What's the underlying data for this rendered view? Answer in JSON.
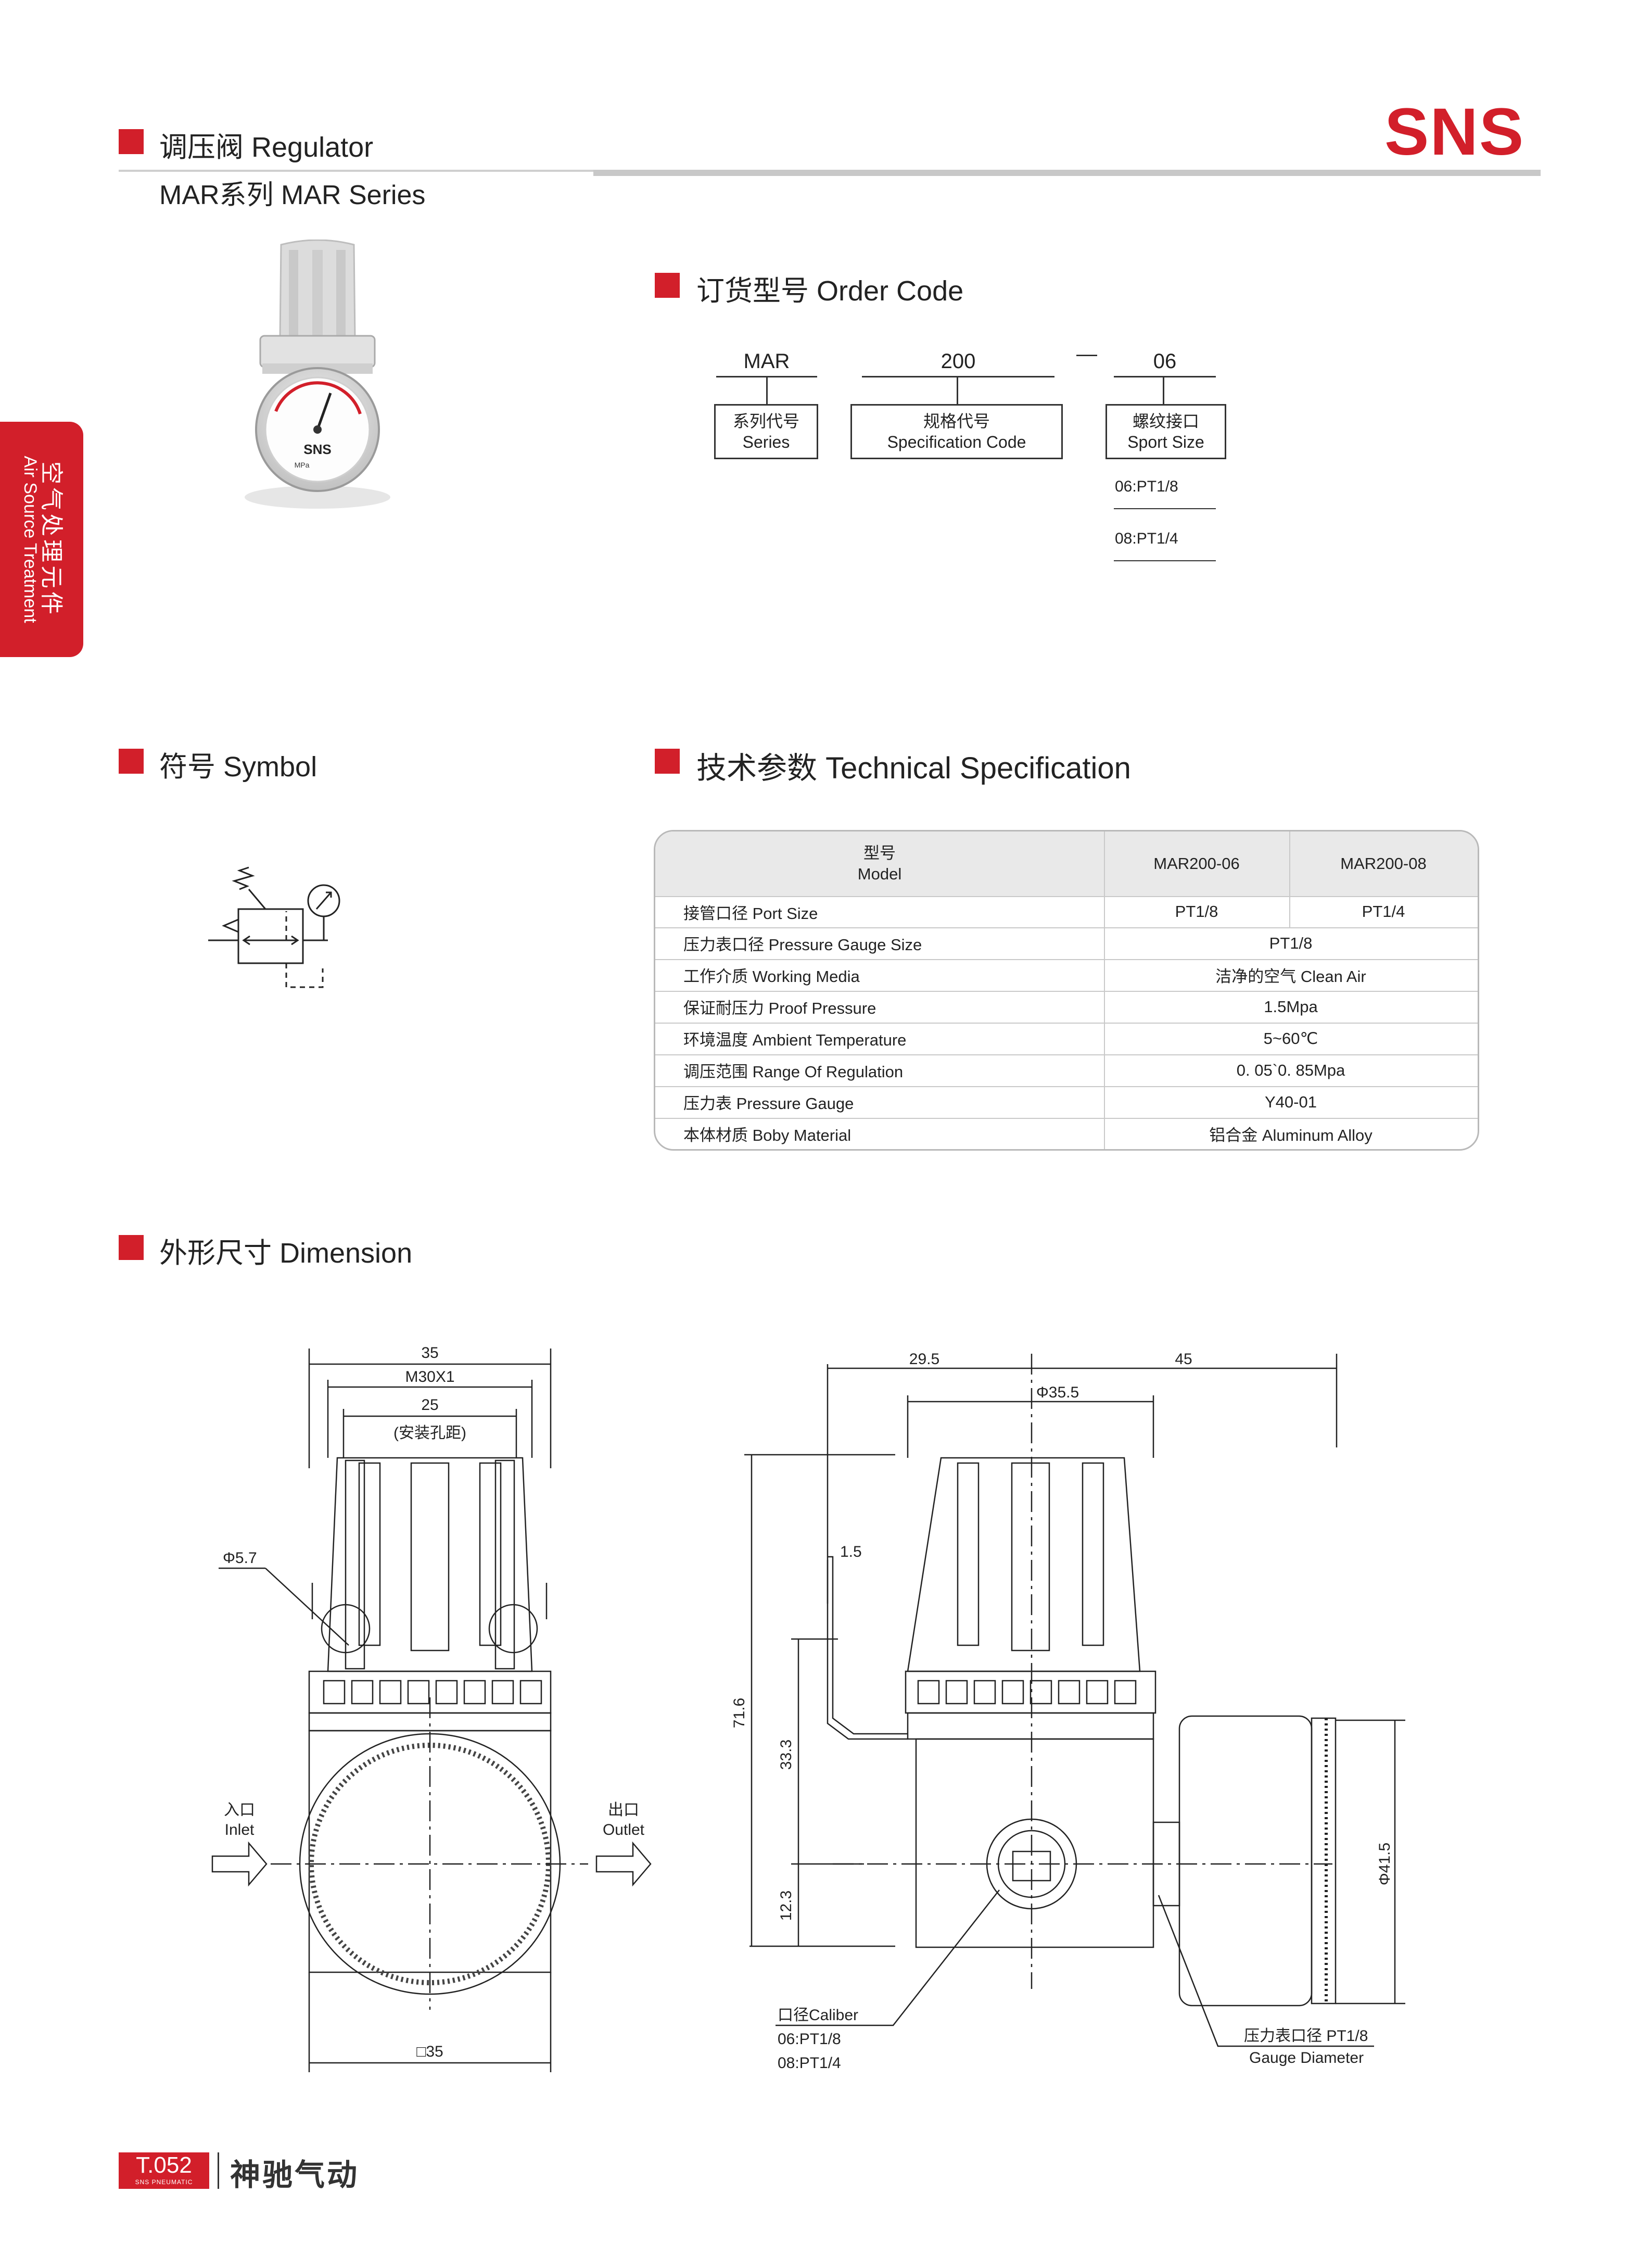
{
  "header": {
    "title": "调压阀 Regulator",
    "series": "MAR系列 MAR Series",
    "brand": "SNS"
  },
  "sidebar": {
    "cn": "空气处理元件",
    "en": "Air Source Treatment"
  },
  "product_gauge": {
    "brand": "SNS",
    "unit": "MPa"
  },
  "order_code": {
    "title": "订货型号 Order Code",
    "parts": [
      {
        "code": "MAR",
        "cn": "系列代号",
        "en": "Series"
      },
      {
        "code": "200",
        "cn": "规格代号",
        "en": "Specification Code"
      },
      {
        "code": "06",
        "cn": "螺纹接口",
        "en": "Sport Size"
      }
    ],
    "dash": "—",
    "options": [
      "06:PT1/8",
      "08:PT1/4"
    ]
  },
  "symbol": {
    "title": "符号 Symbol"
  },
  "spec": {
    "title": "技术参数 Technical Specification",
    "header": {
      "cn": "型号",
      "en": "Model",
      "models": [
        "MAR200-06",
        "MAR200-08"
      ]
    },
    "rows": [
      {
        "label": "接管口径 Port Size",
        "values": [
          "PT1/8",
          "PT1/4"
        ]
      },
      {
        "label": "压力表口径 Pressure Gauge Size",
        "value": "PT1/8"
      },
      {
        "label": "工作介质 Working Media",
        "value": "洁净的空气 Clean Air"
      },
      {
        "label": "保证耐压力 Proof Pressure",
        "value": "1.5Mpa"
      },
      {
        "label": "环境温度 Ambient Temperature",
        "value": "5~60℃"
      },
      {
        "label": "调压范围 Range Of Regulation",
        "value": "0. 05`0. 85Mpa"
      },
      {
        "label": "压力表 Pressure Gauge",
        "value": "Y40-01"
      },
      {
        "label": "本体材质 Boby Material",
        "value": "铝合金 Aluminum Alloy"
      }
    ]
  },
  "dimension": {
    "title": "外形尺寸 Dimension",
    "left": {
      "d35": "35",
      "m30": "M30X1",
      "d25": "25",
      "mount": "(安装孔距)",
      "phi57": "Φ5.7",
      "sq35": "□35",
      "inlet_cn": "入口",
      "inlet_en": "Inlet",
      "outlet_cn": "出口",
      "outlet_en": "Outlet"
    },
    "right": {
      "d295": "29.5",
      "d45": "45",
      "phi355": "Φ35.5",
      "d15": "1.5",
      "d716": "71.6",
      "d333": "33.3",
      "d123": "12.3",
      "phi415": "Φ41.5",
      "caliber": "口径Caliber",
      "cal1": "06:PT1/8",
      "cal2": "08:PT1/4",
      "gauge_cn": "压力表口径 PT1/8",
      "gauge_en": "Gauge Diameter"
    }
  },
  "footer": {
    "page": "T.052",
    "sub": "SNS PNEUMATIC",
    "company": "神驰气动"
  }
}
